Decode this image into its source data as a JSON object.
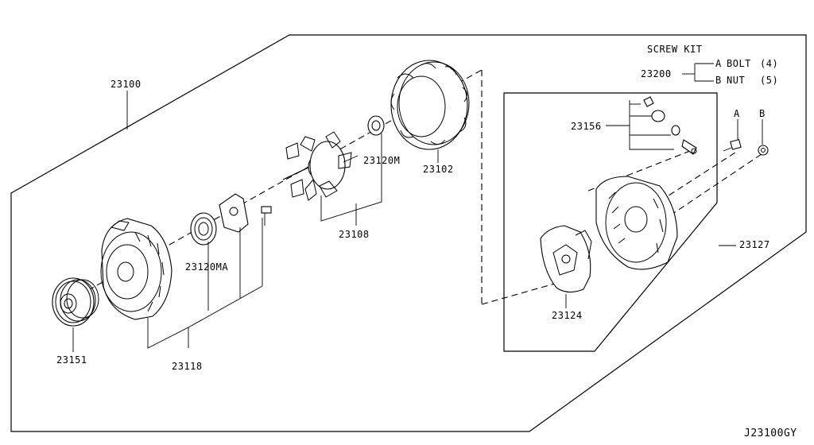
{
  "diagram": {
    "code": "J23100GY",
    "screw_kit": {
      "title": "SCREW KIT",
      "part": "23200",
      "items": [
        {
          "key": "A",
          "name": "BOLT",
          "qty": "(4)"
        },
        {
          "key": "B",
          "name": "NUT",
          "qty": "(5)"
        }
      ]
    },
    "callouts": {
      "assembly": "23100",
      "front_cover": "23118",
      "pulley": "23151",
      "bearing_front": "23120MA",
      "rotor": "23108",
      "bearing_rear": "23120M",
      "stator": "23102",
      "rear_cover": "23127",
      "regulator": "23124",
      "terminal_set": "23156",
      "marker_a": "A",
      "marker_b": "B"
    }
  }
}
